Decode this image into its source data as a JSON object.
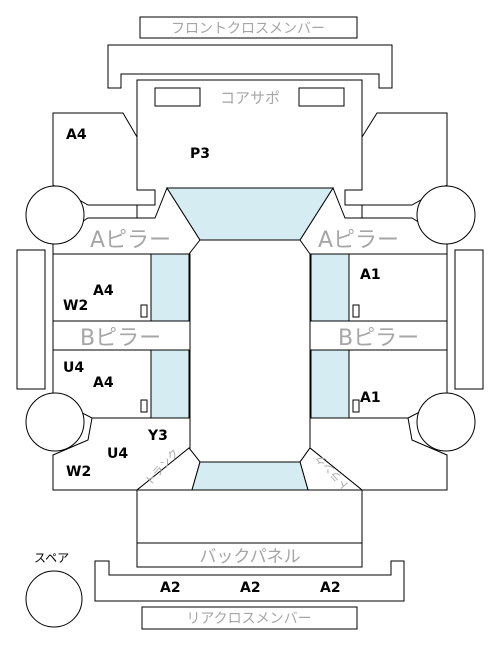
{
  "labels": {
    "front_cross_member": "フロントクロスメンバー",
    "core_support": "コアサポ",
    "a_pillar_left": "Aピラー",
    "a_pillar_right": "Aピラー",
    "b_pillar_left": "Bピラー",
    "b_pillar_right": "Bピラー",
    "back_panel": "バックパネル",
    "rear_cross_member": "リアクロスメンバー",
    "spare": "スペア",
    "trunk_left": "トランク",
    "trunk_right": "トランク"
  },
  "damage_codes": {
    "front_left_fender": "A4",
    "hood": "P3",
    "front_right_door": "A1",
    "front_left_door_1": "A4",
    "front_left_door_2": "W2",
    "rear_right_door": "A1",
    "rear_left_door_1": "U4",
    "rear_left_door_2": "A4",
    "rear_left_quarter_1": "Y3",
    "rear_left_quarter_2": "U4",
    "rear_left_quarter_3": "W2",
    "rear_cross_1": "A2",
    "rear_cross_2": "A2",
    "rear_cross_3": "A2"
  }
}
